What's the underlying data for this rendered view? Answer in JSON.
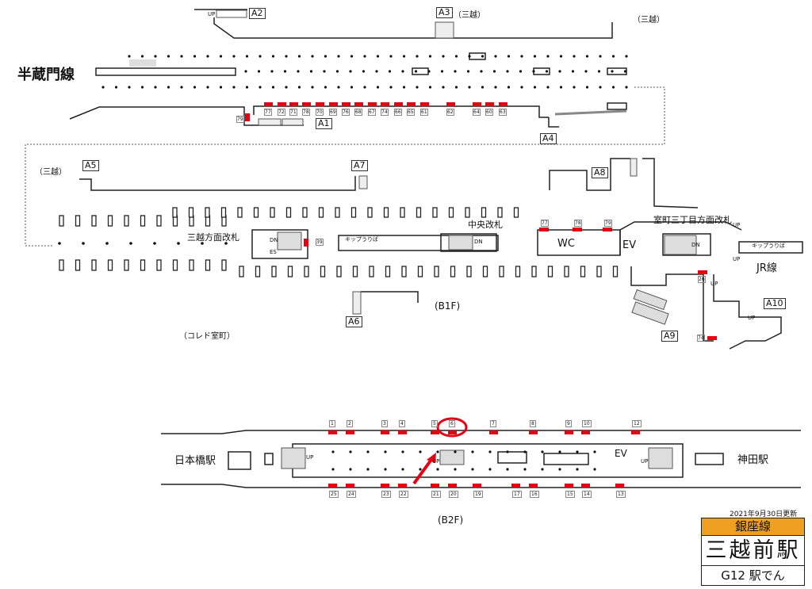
{
  "top": {
    "line_name": "半蔵門線",
    "exits": {
      "a1": "A1",
      "a2": "A2",
      "a3": "A3",
      "a4": "A4"
    },
    "a3_note": "（三越）",
    "right_note": "（三越）",
    "up": "UP",
    "door_labels": [
      "77",
      "72",
      "71",
      "78",
      "70",
      "69",
      "76",
      "68",
      "67",
      "74",
      "66",
      "65",
      "61",
      "62",
      "64",
      "60",
      "63"
    ],
    "left_door": "79"
  },
  "b1f": {
    "floor": "(B1F)",
    "mitsukoshi_note": "（三越）",
    "coredo_note": "（コレド室町）",
    "gate_mitsukoshi": "三越方面改札",
    "gate_central": "中央改札",
    "gate_muromachi": "室町三丁目方面改札",
    "ticket_1": "キップうりば",
    "ticket_2": "キップうりば",
    "wc": "WC",
    "ev": "EV",
    "jr": "JR線",
    "dn": "DN",
    "es": "ES",
    "up": "UP",
    "exits": {
      "a5": "A5",
      "a6": "A6",
      "a7": "A7",
      "a8": "A8",
      "a9": "A9",
      "a10": "A10"
    },
    "door_labels": [
      "77",
      "78",
      "79"
    ],
    "misc_doors": [
      "39",
      "26",
      "74"
    ]
  },
  "b2f": {
    "floor": "(B2F)",
    "left_station": "日本橋駅",
    "right_station": "神田駅",
    "ev": "EV",
    "up": "UP",
    "top_doors": [
      "1",
      "2",
      "3",
      "4",
      "5",
      "6",
      "7",
      "8",
      "9",
      "10",
      "12"
    ],
    "bottom_doors": [
      "25",
      "24",
      "23",
      "22",
      "21",
      "20",
      "19",
      "17",
      "16",
      "15",
      "14",
      "13"
    ],
    "highlighted_door": "6",
    "highlight_color": "#e60012"
  },
  "legend": {
    "updated": "2021年9月30日更新",
    "line": "銀座線",
    "station": "三越前駅",
    "code": "G12 駅でん",
    "line_color": "#f39800"
  }
}
